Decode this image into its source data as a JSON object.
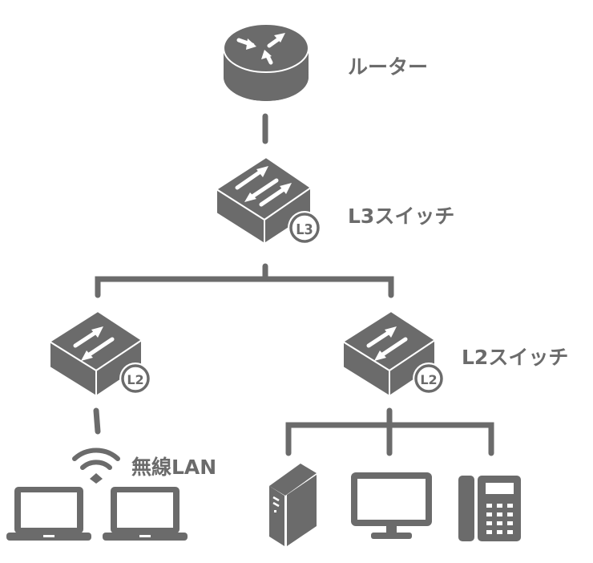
{
  "colors": {
    "icon": "#6b6b6b",
    "background": "#ffffff"
  },
  "nodes": {
    "router": {
      "label": "ルーター",
      "icon": "router-icon"
    },
    "l3_switch": {
      "label": "L3スイッチ",
      "badge": "L3",
      "icon": "switch-icon"
    },
    "l2_switch_left": {
      "badge": "L2",
      "icon": "switch-icon"
    },
    "l2_switch_right": {
      "label": "L2スイッチ",
      "badge": "L2",
      "icon": "switch-icon"
    },
    "wireless": {
      "label": "無線LAN",
      "icon": "wifi-icon"
    },
    "laptops": [
      {
        "icon": "laptop-icon"
      },
      {
        "icon": "laptop-icon"
      }
    ],
    "wired_devices": [
      {
        "icon": "server-tower-icon"
      },
      {
        "icon": "desktop-monitor-icon"
      },
      {
        "icon": "ip-phone-icon"
      }
    ]
  }
}
